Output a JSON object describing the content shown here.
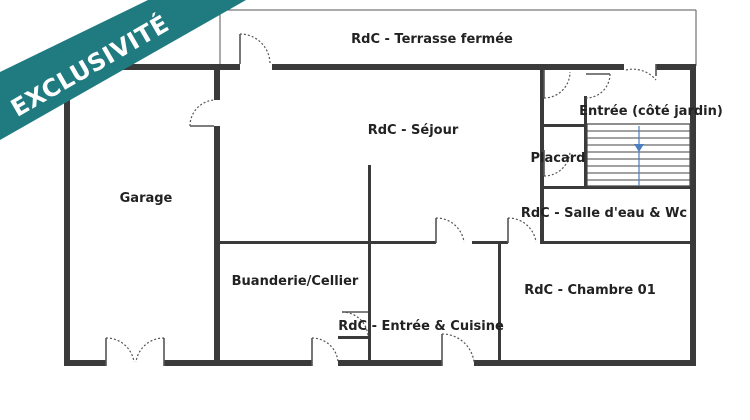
{
  "badge": {
    "text": "EXCLUSIVITÉ",
    "color": "#1f7b80"
  },
  "rooms": {
    "terrasse": "RdC - Terrasse fermée",
    "sejour": "RdC - Séjour",
    "entree_jardin": "Entrée (côté jardin)",
    "placard": "Placard",
    "garage": "Garage",
    "salle_eau": "RdC - Salle d'eau & Wc",
    "buanderie": "Buanderie/Cellier",
    "chambre": "RdC - Chambre 01",
    "entree_cuisine": "RdC - Entrée & Cuisine"
  },
  "colors": {
    "wall": "#3a3a3a",
    "text": "#222222",
    "stair_arrow": "#4a7fc1"
  }
}
